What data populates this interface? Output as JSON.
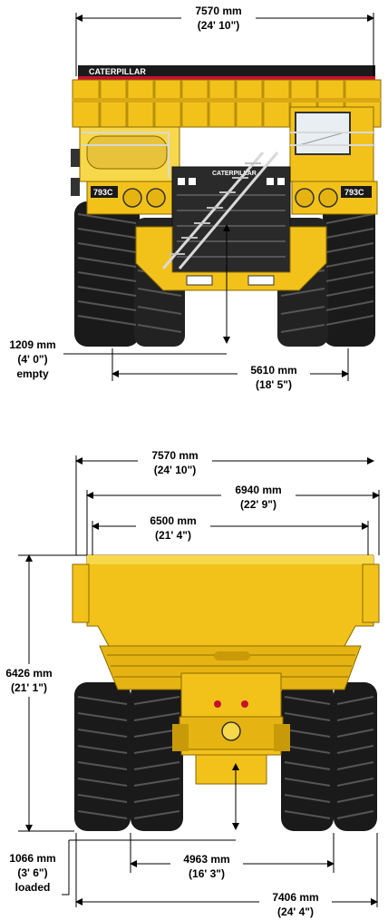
{
  "colors": {
    "body_yellow": "#f2c21b",
    "light_yellow": "#f7d84a",
    "dark_yellow": "#c89a0a",
    "tire_black": "#1a1a1a",
    "tread_grey": "#444444",
    "stripe_red": "#c8102e",
    "dimension_line": "#000000"
  },
  "front_view": {
    "width_top": {
      "mm": "7570 mm",
      "ft": "(24' 10\")"
    },
    "clearance": {
      "mm": "1209 mm",
      "ft": "(4' 0\")",
      "note": "empty"
    },
    "track": {
      "mm": "5610 mm",
      "ft": "(18' 5\")"
    },
    "brand_top": "CATERPILLAR",
    "brand_grille": "CATERPILLAR",
    "model_left": "793C",
    "model_right": "793C"
  },
  "rear_view": {
    "overall_width": {
      "mm": "7570 mm",
      "ft": "(24' 10\")"
    },
    "body_width": {
      "mm": "6940 mm",
      "ft": "(22' 9\")"
    },
    "inner_width": {
      "mm": "6500 mm",
      "ft": "(21' 4\")"
    },
    "height": {
      "mm": "6426 mm",
      "ft": "(21' 1\")"
    },
    "clearance": {
      "mm": "1066 mm",
      "ft": "(3' 6\")",
      "note": "loaded"
    },
    "track": {
      "mm": "4963 mm",
      "ft": "(16' 3\")"
    },
    "tire_width": {
      "mm": "7406 mm",
      "ft": "(24' 4\")"
    }
  }
}
